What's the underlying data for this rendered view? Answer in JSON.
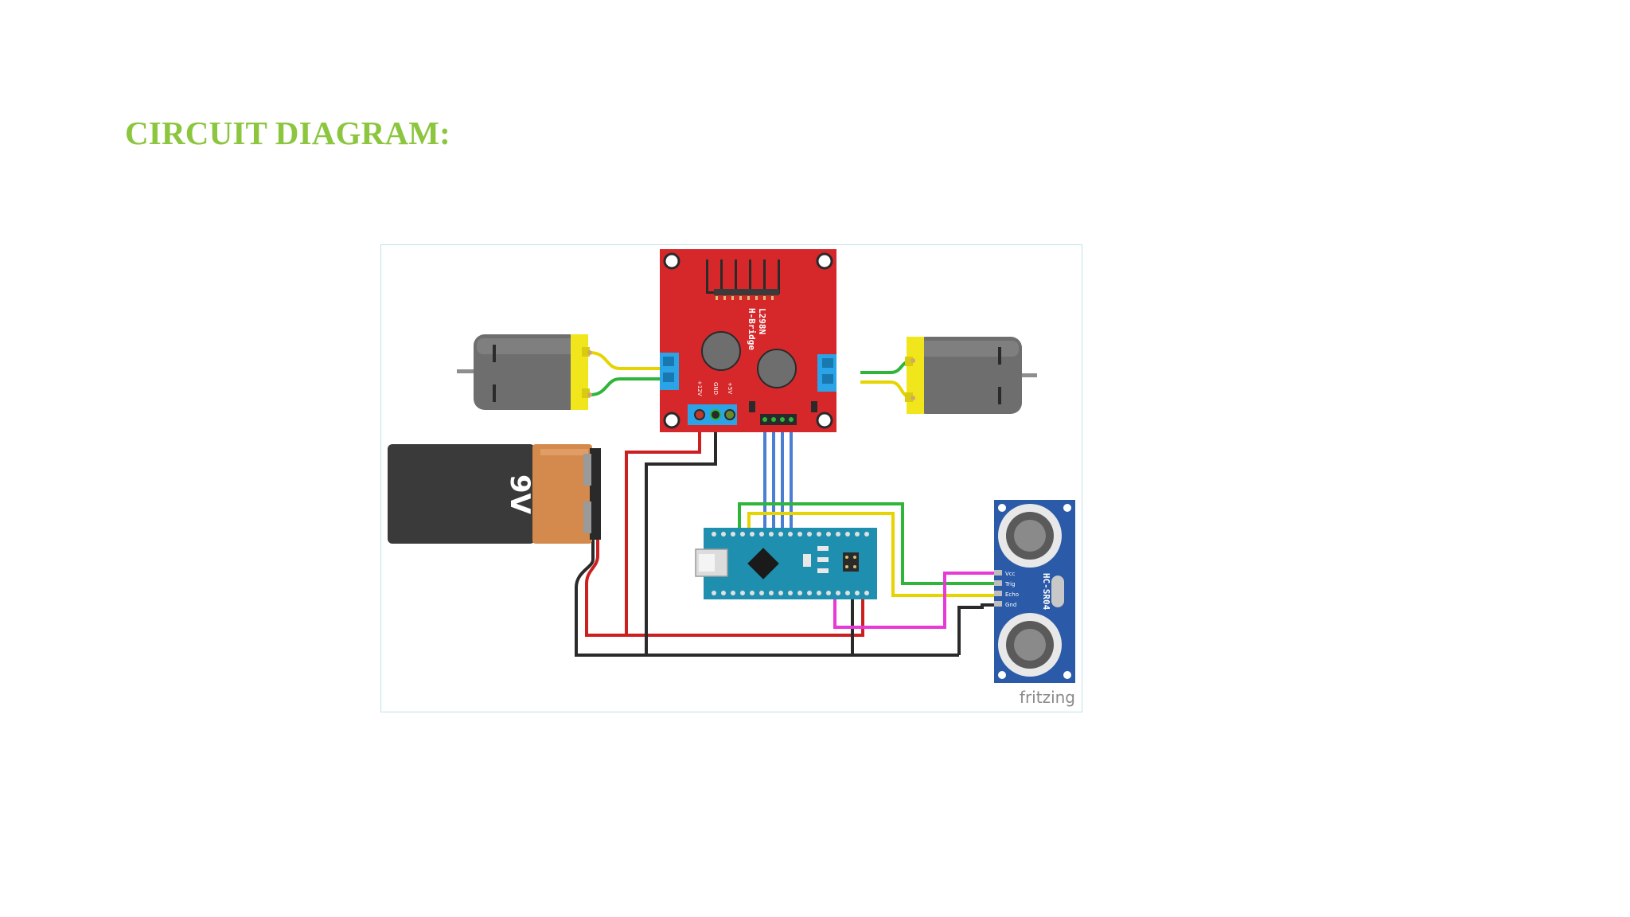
{
  "page": {
    "title": "CIRCUIT DIAGRAM:"
  },
  "colors": {
    "title": "#8cc63f",
    "board_red": "#d6282b",
    "wire_red": "#cc1f1f",
    "wire_black": "#2a2a2a",
    "wire_yellow": "#e6d400",
    "wire_green": "#2fb53a",
    "wire_blue": "#4a7fd4",
    "wire_magenta": "#e63ad7",
    "nano_teal": "#1f8fb0",
    "sensor_blue": "#2a5aa8",
    "battery_dark": "#3a3a3a",
    "battery_copper": "#d48a4c"
  },
  "diagram": {
    "hbridge": {
      "line1": "L298N",
      "line2": "H-Bridge",
      "pin1": "+12V",
      "pin2": "GND",
      "pin3": "+5V"
    },
    "battery": {
      "label": "9V"
    },
    "sensor": {
      "label": "HC-SR04",
      "pin1": "Vcc",
      "pin2": "Trig",
      "pin3": "Echo",
      "pin4": "Gnd"
    },
    "watermark": "fritzing"
  }
}
